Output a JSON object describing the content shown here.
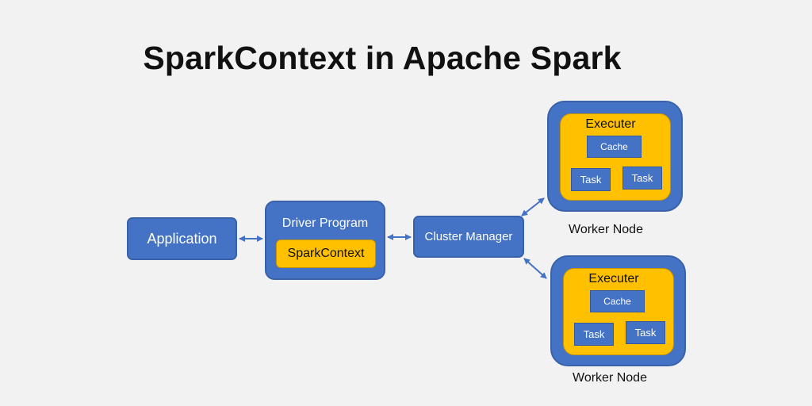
{
  "title": "SparkContext in Apache Spark",
  "application": {
    "label": "Application"
  },
  "driver": {
    "label": "Driver Program",
    "context_label": "SparkContext"
  },
  "cluster_manager": {
    "label": "Cluster Manager"
  },
  "workers": [
    {
      "node_label": "Worker Node",
      "executor_label": "Executer",
      "cache_label": "Cache",
      "tasks": [
        "Task",
        "Task"
      ]
    },
    {
      "node_label": "Worker Node",
      "executor_label": "Executer",
      "cache_label": "Cache",
      "tasks": [
        "Task",
        "Task"
      ]
    }
  ],
  "colors": {
    "background": "#f2f2f2",
    "blue": "#4472c4",
    "yellow": "#ffc000",
    "arrow": "#4472c4"
  }
}
